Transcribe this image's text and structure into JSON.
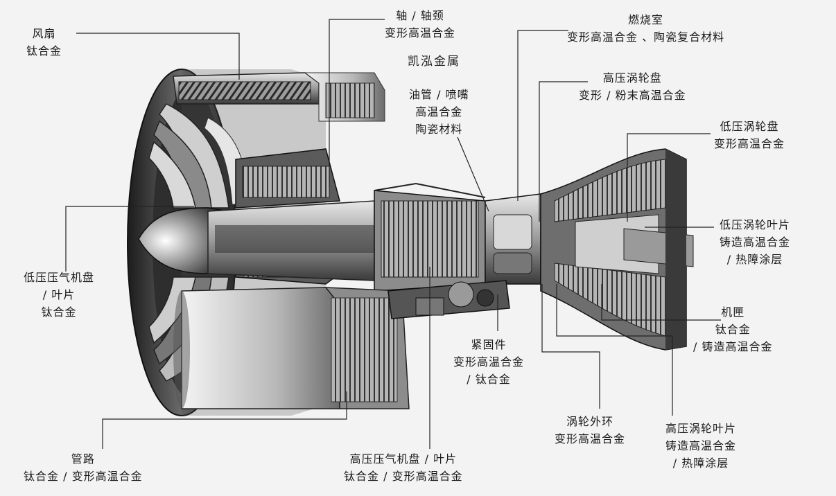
{
  "brand": "凯泓金属",
  "labels": {
    "fan": {
      "line1": "风扇",
      "line2": "钛合金"
    },
    "shaft": {
      "line1": "轴 / 轴颈",
      "line2": "变形高温合金"
    },
    "combustor": {
      "line1": "燃烧室",
      "line2": "变形高温合金 、陶瓷复合材料"
    },
    "hpt_disk": {
      "line1": "高压涡轮盘",
      "line2": "变形 / 粉末高温合金"
    },
    "oil_pipe": {
      "line1": "油管 / 喷嘴",
      "line2": "高温合金",
      "line3": "陶瓷材料"
    },
    "lpt_disk": {
      "line1": "低压涡轮盘",
      "line2": "变形高温合金"
    },
    "lpc_disk": {
      "line1": "低压压气机盘",
      "line2": "/ 叶片",
      "line3": "钛合金"
    },
    "lpt_blade": {
      "line1": "低压涡轮叶片",
      "line2": "铸造高温合金",
      "line3": "/ 热障涂层"
    },
    "casing": {
      "line1": "机匣",
      "line2": "钛合金",
      "line3": "/ 铸造高温合金"
    },
    "fastener": {
      "line1": "紧固件",
      "line2": "变形高温合金",
      "line3": "/ 钛合金"
    },
    "turbine_ring": {
      "line1": "涡轮外环",
      "line2": "变形高温合金"
    },
    "hpt_blade": {
      "line1": "高压涡轮叶片",
      "line2": "铸造高温合金",
      "line3": "/ 热障涂层"
    },
    "pipes": {
      "line1": "管路",
      "line2": "钛合金 / 变形高温合金"
    },
    "hpc_disk": {
      "line1": "高压压气机盘 / 叶片",
      "line2": "钛合金 / 变形高温合金"
    }
  }
}
